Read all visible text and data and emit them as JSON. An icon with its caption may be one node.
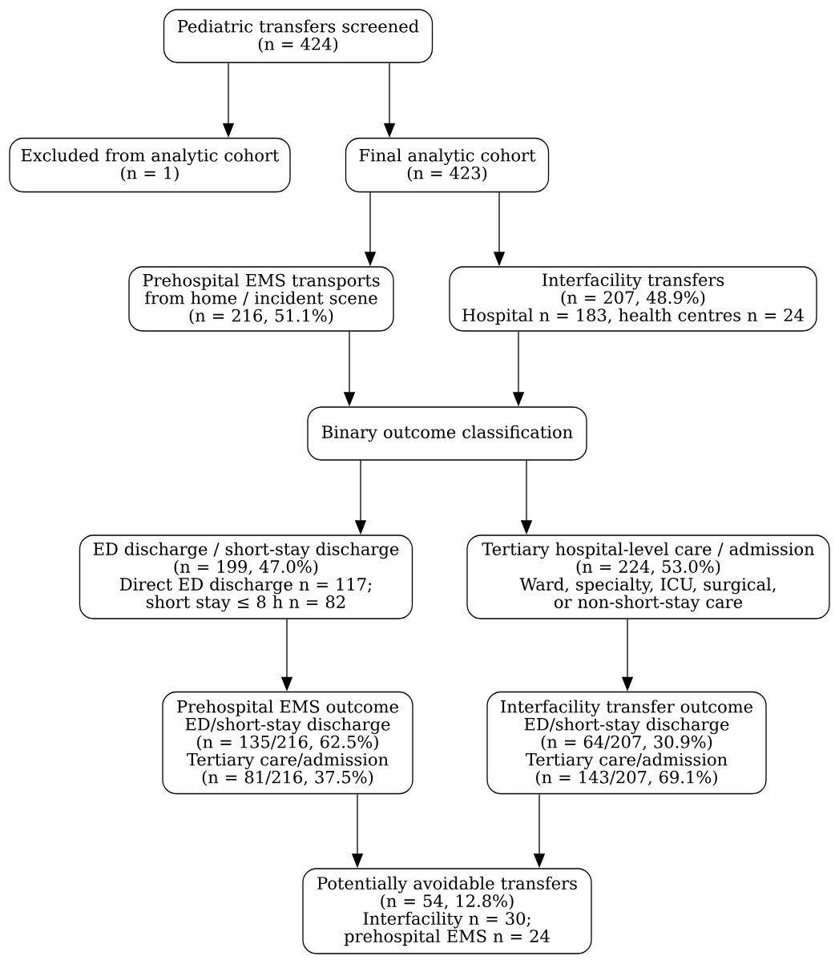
{
  "diagram": {
    "nodes": [
      {
        "text": [
          "Pediatric transfers screened",
          "(n = 424)"
        ]
      },
      {
        "text": [
          "Excluded from analytic cohort",
          "(n = 1)"
        ]
      },
      {
        "text": [
          "Final analytic cohort",
          "(n = 423)"
        ]
      },
      {
        "text": [
          "Prehospital EMS transports from home / incident scene",
          "(n = 216, 51.1%)"
        ]
      },
      {
        "text": [
          "Interfacility transfers",
          "(n = 207, 48.9%)",
          "Hospital n = 183, health centres n = 24"
        ]
      },
      {
        "text": [
          "Binary outcome classification"
        ]
      },
      {
        "text": [
          "ED discharge / short-stay discharge",
          "(n = 199, 47.0%)",
          "Direct ED discharge n = 117; short stay ≤ 8 h n = 82"
        ]
      },
      {
        "text": [
          "Tertiary hospital-level care / admission",
          "(n = 224, 53.0%)",
          "Ward, specialty, ICU, surgical, or non-short-stay care"
        ]
      },
      {
        "text": [
          "Prehospital EMS outcome",
          "ED/short-stay discharge",
          "(n = 135/216, 62.5%)",
          "Tertiary care/admission",
          "(n = 81/216, 37.5%)"
        ]
      },
      {
        "text": [
          "Interfacility transfer outcome",
          "ED/short-stay discharge",
          "(n = 64/207, 30.9%)",
          "Tertiary care/admission",
          "(n = 143/207, 69.1%)"
        ]
      },
      {
        "text": [
          "Potentially avoidable transfers",
          "(n = 54, 12.8%)",
          "Interfacility n = 30; prehospital EMS n = 24"
        ]
      }
    ],
    "edges": [
      {
        "from": 0,
        "to": 1,
        "arrow": "to"
      },
      {
        "from": 0,
        "to": 2,
        "arrow": "to"
      },
      {
        "from": 2,
        "to": 3,
        "arrow": "to"
      },
      {
        "from": 2,
        "to": 4,
        "arrow": "to"
      },
      {
        "from": 3,
        "to": 5,
        "arrow": "to"
      },
      {
        "from": 4,
        "to": 5,
        "arrow": "to"
      },
      {
        "from": 5,
        "to": 6,
        "arrow": "to"
      },
      {
        "from": 5,
        "to": 7,
        "arrow": "to"
      },
      {
        "from": 6,
        "to": 8,
        "arrow": "to"
      },
      {
        "from": 7,
        "to": 9,
        "arrow": "to"
      },
      {
        "from": 8,
        "to": 10,
        "arrow": "to"
      },
      {
        "from": 9,
        "to": 10,
        "arrow": "to"
      }
    ]
  }
}
